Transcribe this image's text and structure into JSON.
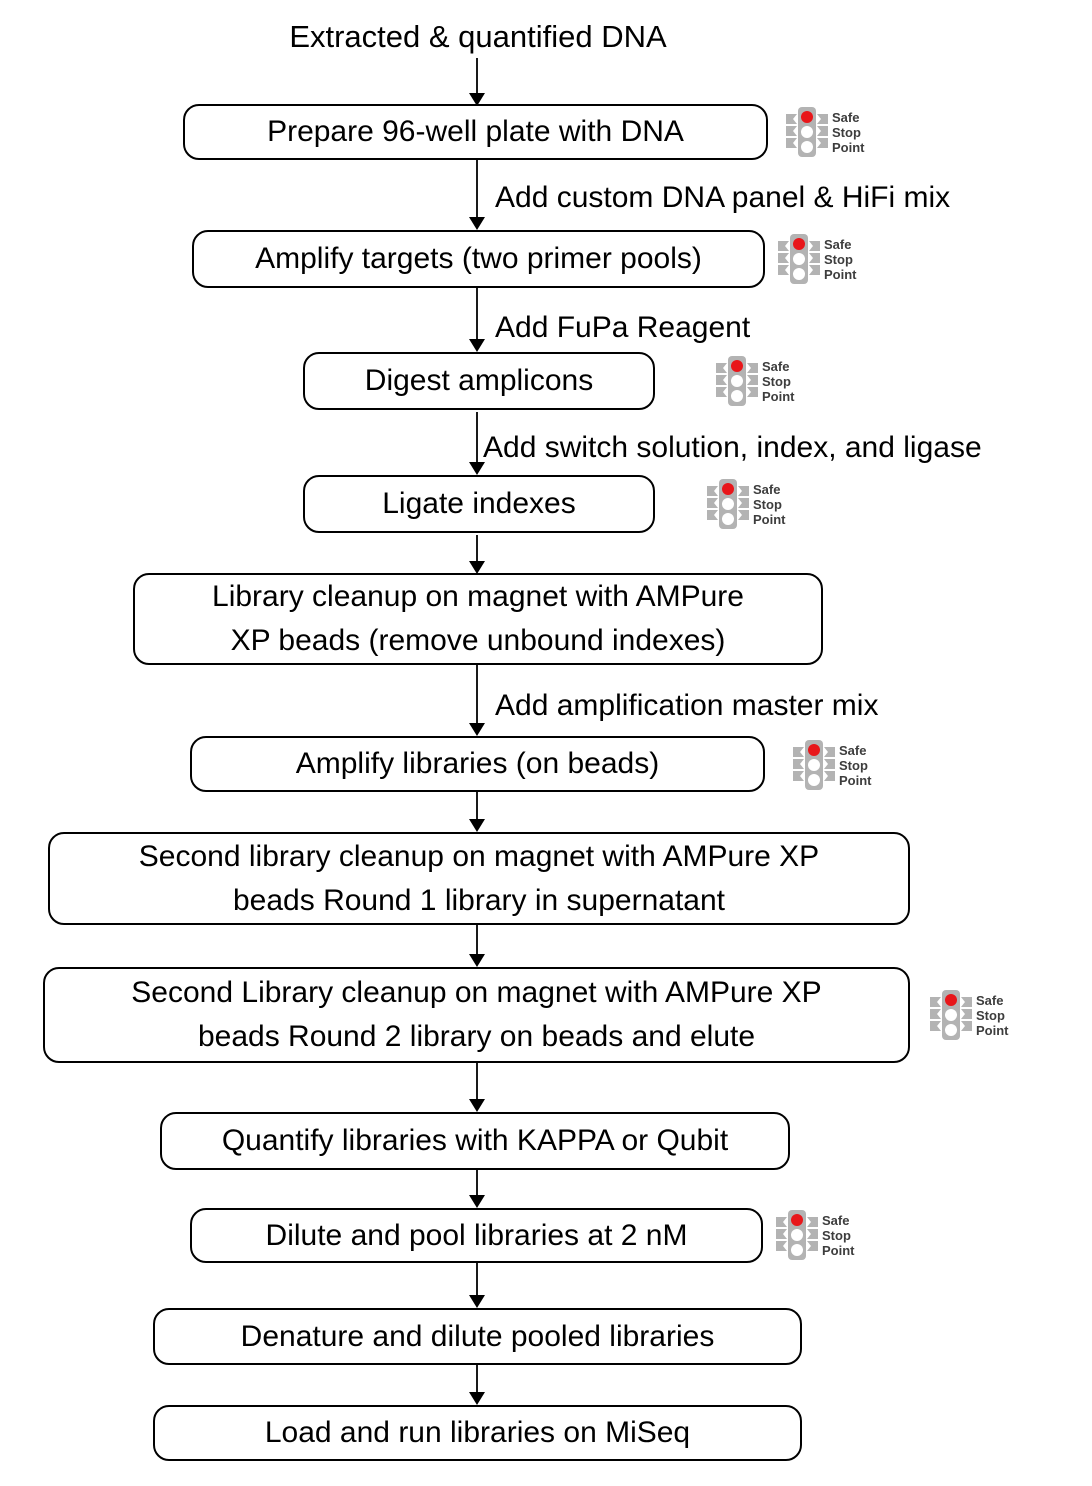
{
  "diagram": {
    "title": "Extracted & quantified DNA",
    "type": "flowchart",
    "orientation": "top-to-bottom",
    "safe_stop_label": {
      "line1": "Safe",
      "line2": "Stop",
      "line3": "Point"
    },
    "colors": {
      "box_border": "#000000",
      "box_fill": "#ffffff",
      "text": "#000000",
      "connector": "#1a1a1a",
      "traffic_light_body": "#b3b3b3",
      "traffic_light_red": "#e8161a",
      "traffic_light_lamp_off": "#ffffff",
      "safe_stop_text": "#3d3d3d"
    },
    "nodes": [
      {
        "id": "n1",
        "label": "Prepare 96-well plate with DNA",
        "safe_stop": true
      },
      {
        "id": "n2",
        "label": "Amplify targets (two primer pools)",
        "safe_stop": true
      },
      {
        "id": "n3",
        "label": "Digest amplicons",
        "safe_stop": true
      },
      {
        "id": "n4",
        "label": "Ligate indexes",
        "safe_stop": true
      },
      {
        "id": "n5",
        "label": "Library cleanup on magnet with AMPure XP beads (remove unbound indexes)",
        "safe_stop": false
      },
      {
        "id": "n6",
        "label": "Amplify libraries (on beads)",
        "safe_stop": true
      },
      {
        "id": "n7",
        "label": "Second library cleanup on magnet with AMPure XP beads Round 1 library in supernatant",
        "safe_stop": false
      },
      {
        "id": "n8",
        "label": "Second Library cleanup on magnet with AMPure XP beads Round 2 library on beads and elute",
        "safe_stop": true
      },
      {
        "id": "n9",
        "label": "Quantify libraries with KAPPA or Qubit",
        "safe_stop": false
      },
      {
        "id": "n10",
        "label": "Dilute and pool libraries at 2 nM",
        "safe_stop": true
      },
      {
        "id": "n11",
        "label": "Denature and dilute pooled libraries",
        "safe_stop": false
      },
      {
        "id": "n12",
        "label": "Load and run libraries on MiSeq",
        "safe_stop": false
      }
    ],
    "node_lines": {
      "n5": [
        "Library cleanup on magnet with AMPure",
        "XP beads (remove unbound indexes)"
      ],
      "n7": [
        "Second library cleanup on magnet with AMPure XP",
        "beads Round 1 library in supernatant"
      ],
      "n8": [
        "Second Library cleanup on magnet with AMPure XP",
        "beads Round 2 library on beads and elute"
      ]
    },
    "edges": [
      {
        "from": "title",
        "to": "n1",
        "label": ""
      },
      {
        "from": "n1",
        "to": "n2",
        "label": "Add custom DNA panel & HiFi mix"
      },
      {
        "from": "n2",
        "to": "n3",
        "label": "Add FuPa Reagent"
      },
      {
        "from": "n3",
        "to": "n4",
        "label": "Add switch solution, index, and ligase"
      },
      {
        "from": "n4",
        "to": "n5",
        "label": ""
      },
      {
        "from": "n5",
        "to": "n6",
        "label": "Add amplification master mix"
      },
      {
        "from": "n6",
        "to": "n7",
        "label": ""
      },
      {
        "from": "n7",
        "to": "n8",
        "label": ""
      },
      {
        "from": "n8",
        "to": "n9",
        "label": ""
      },
      {
        "from": "n9",
        "to": "n10",
        "label": ""
      },
      {
        "from": "n10",
        "to": "n11",
        "label": ""
      },
      {
        "from": "n11",
        "to": "n12",
        "label": ""
      }
    ]
  }
}
